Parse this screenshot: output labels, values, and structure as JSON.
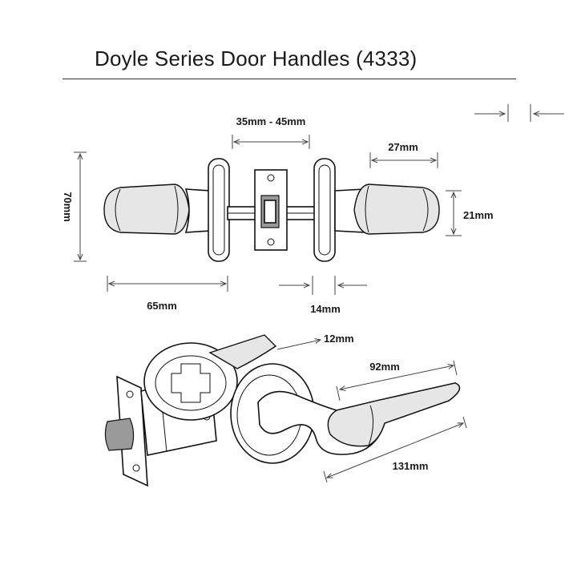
{
  "title": "Doyle Series Door Handles (4333)",
  "dimensions": {
    "backset_range": "35mm - 45mm",
    "rose_offset": "27mm",
    "overall_height": "70mm",
    "lever_height": "21mm",
    "lever_reach": "65mm",
    "rose_thickness": "14mm",
    "lever_thickness": "12mm",
    "lever_length": "92mm",
    "overall_length": "131mm"
  },
  "colors": {
    "line": "#111111",
    "dimension": "#444444",
    "fill": "#ffffff"
  }
}
